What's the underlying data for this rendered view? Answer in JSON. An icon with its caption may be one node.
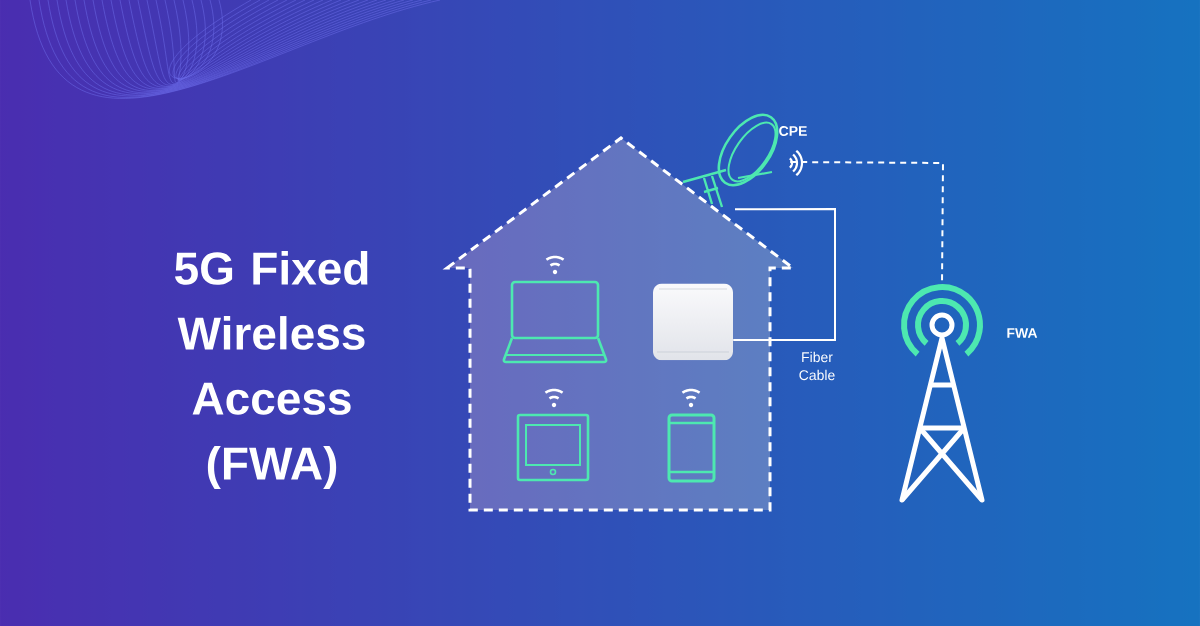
{
  "diagram": {
    "title": "5G Fixed Wireless Access (FWA)",
    "nodes": [
      {
        "text": [],
        "shape": "picture",
        "beside": [
          "CPE"
        ]
      },
      {
        "text": [],
        "shape": "picture"
      },
      {
        "text": [],
        "shape": "picture",
        "beside": [
          "FWA"
        ]
      }
    ],
    "edges": [
      {
        "from": 0,
        "to": 1,
        "arrow": "none",
        "label": "Fiber Cable"
      },
      {
        "from": 0,
        "to": 2,
        "arrow": "none",
        "style": "dashed"
      }
    ]
  }
}
